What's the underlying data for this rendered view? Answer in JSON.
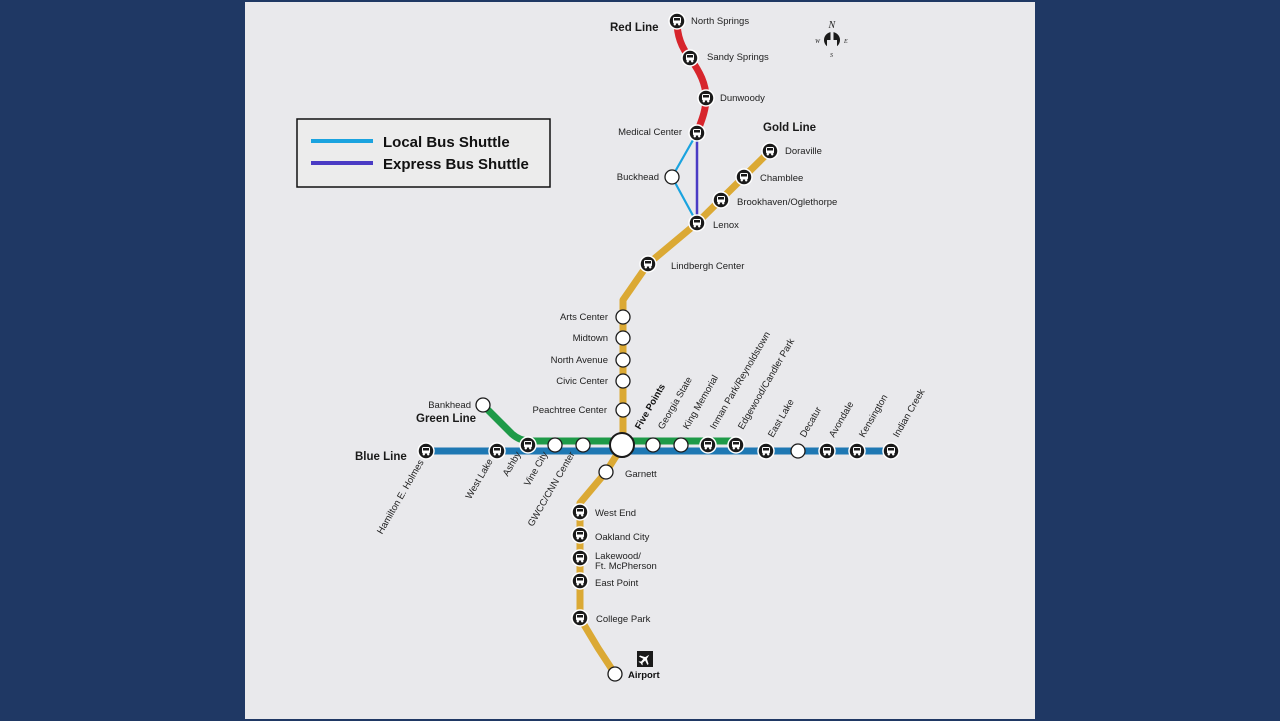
{
  "colors": {
    "red": "#d7252c",
    "gold": "#dba934",
    "blue": "#1e78b3",
    "green": "#1e9a48",
    "local_shuttle": "#1aa3df",
    "express_shuttle": "#4a3bc4",
    "background": "#1f3864",
    "panel": "#e9e9ec"
  },
  "legend": {
    "local": "Local Bus Shuttle",
    "express": "Express Bus Shuttle"
  },
  "line_names": {
    "red": "Red Line",
    "gold": "Gold Line",
    "green": "Green Line",
    "blue": "Blue Line"
  },
  "compass": {
    "n": "N",
    "s": "S",
    "e": "E",
    "w": "W"
  },
  "stations": [
    {
      "id": "north-springs",
      "name": "North Springs",
      "icon": "bus"
    },
    {
      "id": "sandy-springs",
      "name": "Sandy Springs",
      "icon": "bus"
    },
    {
      "id": "dunwoody",
      "name": "Dunwoody",
      "icon": "bus"
    },
    {
      "id": "medical-center",
      "name": "Medical Center",
      "icon": "bus"
    },
    {
      "id": "buckhead",
      "name": "Buckhead",
      "icon": "none"
    },
    {
      "id": "lenox",
      "name": "Lenox",
      "icon": "bus"
    },
    {
      "id": "doraville",
      "name": "Doraville",
      "icon": "bus"
    },
    {
      "id": "chamblee",
      "name": "Chamblee",
      "icon": "bus"
    },
    {
      "id": "brookhaven",
      "name": "Brookhaven/Oglethorpe",
      "icon": "bus"
    },
    {
      "id": "lindbergh",
      "name": "Lindbergh Center",
      "icon": "bus"
    },
    {
      "id": "arts-center",
      "name": "Arts Center",
      "icon": "none"
    },
    {
      "id": "midtown",
      "name": "Midtown",
      "icon": "none"
    },
    {
      "id": "north-avenue",
      "name": "North Avenue",
      "icon": "none"
    },
    {
      "id": "civic-center",
      "name": "Civic Center",
      "icon": "none"
    },
    {
      "id": "peachtree-center",
      "name": "Peachtree Center",
      "icon": "none"
    },
    {
      "id": "five-points",
      "name": "Five Points",
      "icon": "hub"
    },
    {
      "id": "garnett",
      "name": "Garnett",
      "icon": "none"
    },
    {
      "id": "west-end",
      "name": "West End",
      "icon": "bus"
    },
    {
      "id": "oakland-city",
      "name": "Oakland City",
      "icon": "bus"
    },
    {
      "id": "lakewood",
      "name": "Lakewood/\nFt. McPherson",
      "icon": "bus"
    },
    {
      "id": "east-point",
      "name": "East Point",
      "icon": "bus"
    },
    {
      "id": "college-park",
      "name": "College Park",
      "icon": "bus"
    },
    {
      "id": "airport",
      "name": "Airport",
      "icon": "none"
    },
    {
      "id": "bankhead",
      "name": "Bankhead",
      "icon": "none"
    },
    {
      "id": "hamilton",
      "name": "Hamilton E. Holmes",
      "icon": "bus"
    },
    {
      "id": "west-lake",
      "name": "West Lake",
      "icon": "bus"
    },
    {
      "id": "ashby",
      "name": "Ashby",
      "icon": "bus"
    },
    {
      "id": "vine-city",
      "name": "Vine City",
      "icon": "none"
    },
    {
      "id": "gwcc",
      "name": "GWCC/CNN Center",
      "icon": "none"
    },
    {
      "id": "georgia-state",
      "name": "Georgia State",
      "icon": "none"
    },
    {
      "id": "king-memorial",
      "name": "King Memorial",
      "icon": "none"
    },
    {
      "id": "inman-park",
      "name": "Inman Park/Reynoldstown",
      "icon": "bus"
    },
    {
      "id": "edgewood",
      "name": "Edgewood/Candler Park",
      "icon": "bus"
    },
    {
      "id": "east-lake",
      "name": "East Lake",
      "icon": "bus"
    },
    {
      "id": "decatur",
      "name": "Decatur",
      "icon": "none"
    },
    {
      "id": "avondale",
      "name": "Avondale",
      "icon": "bus"
    },
    {
      "id": "kensington",
      "name": "Kensington",
      "icon": "bus"
    },
    {
      "id": "indian-creek",
      "name": "Indian Creek",
      "icon": "bus"
    }
  ]
}
